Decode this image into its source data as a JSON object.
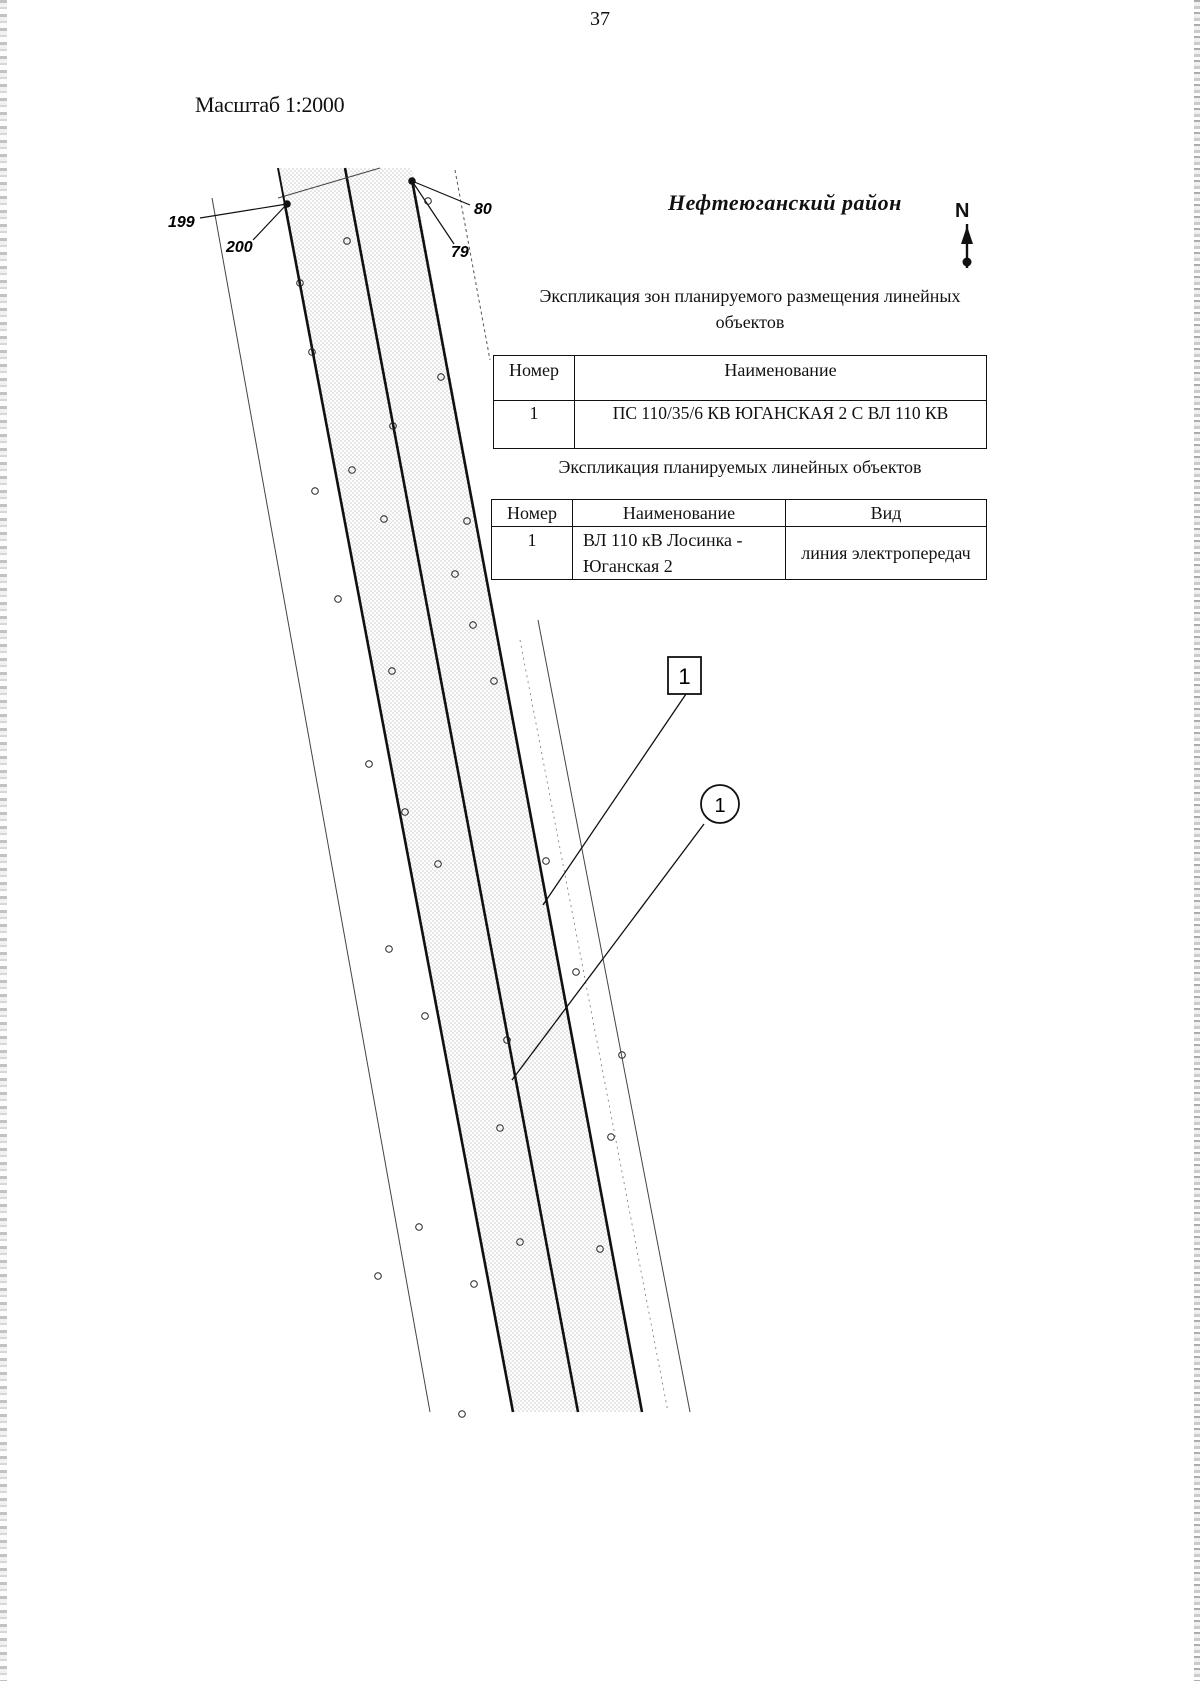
{
  "page_number": "37",
  "scale_label": "Масштаб 1:2000",
  "district_label": "Нефтеюганский район",
  "north_label": "N",
  "point_labels": {
    "p199": "199",
    "p200": "200",
    "p79": "79",
    "p80": "80"
  },
  "callouts": {
    "square": "1",
    "circle": "1"
  },
  "zones_table": {
    "caption": "Экспликация зон планируемого размещения линейных объектов",
    "headers": [
      "Номер",
      "Наименование"
    ],
    "rows": [
      [
        "1",
        "ПС 110/35/6 КВ ЮГАНСКАЯ 2 С ВЛ 110 КВ"
      ]
    ]
  },
  "objects_table": {
    "caption": "Экспликация планируемых линейных объектов",
    "headers": [
      "Номер",
      "Наименование",
      "Вид"
    ],
    "rows": [
      [
        "1",
        "ВЛ 110 кВ Лосинка - Юганская 2",
        "линия электропередач"
      ]
    ]
  },
  "colors": {
    "line": "#111111",
    "stipple": "#8c8c8c"
  }
}
